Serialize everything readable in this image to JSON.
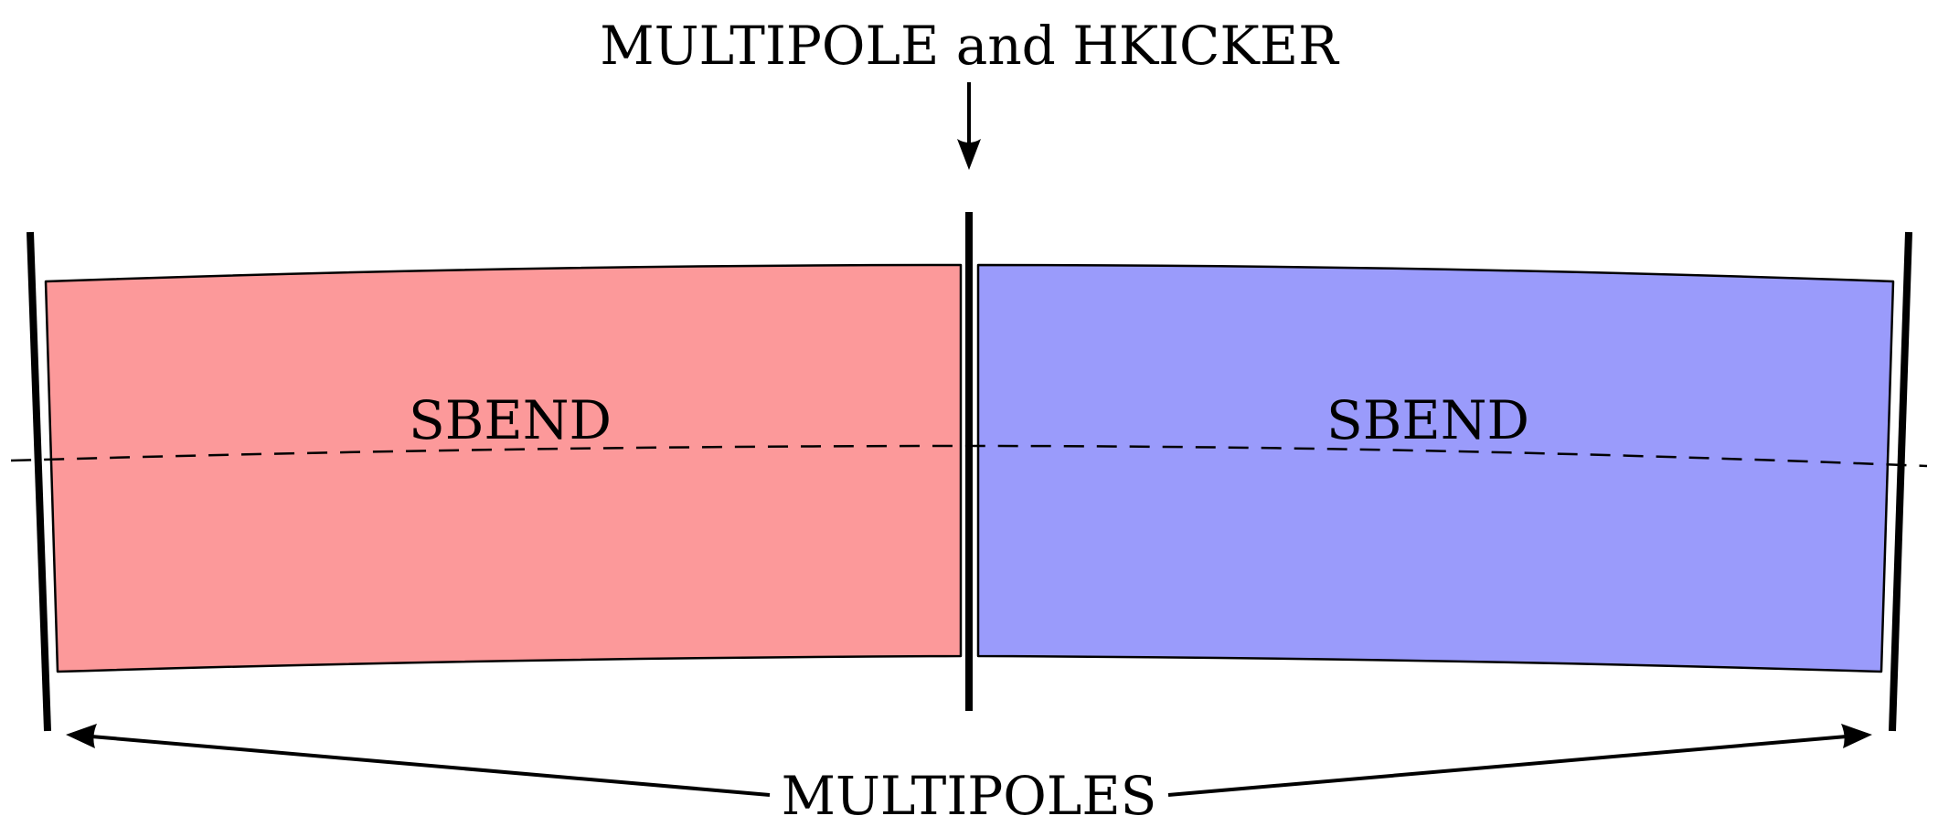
{
  "labels": {
    "top": "MULTIPOLE and HKICKER",
    "left_sbend": "SBEND",
    "right_sbend": "SBEND",
    "bottom": "MULTIPOLES"
  },
  "colors": {
    "left_sbend_fill": "#fc999a",
    "right_sbend_fill": "#9a9bfb",
    "stroke": "#000000",
    "background": "#ffffff"
  }
}
